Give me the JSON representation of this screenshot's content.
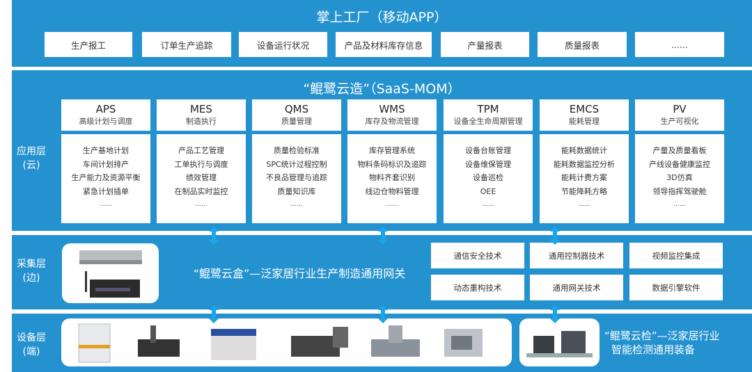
{
  "colors": {
    "band": "#2592d0",
    "arrow": "#19a6ec"
  },
  "app": {
    "title": "掌上工厂（移动APP）",
    "items": [
      "生产报工",
      "订单生产追踪",
      "设备运行状况",
      "产品及材料库存信息",
      "产量报表",
      "质量报表",
      "......"
    ]
  },
  "mom": {
    "title": "“鲲鹭云造”（SaaS-MOM）",
    "layer": [
      "应用层",
      "(云)"
    ],
    "modules": [
      {
        "name": "APS",
        "sub": "高级计划与调度",
        "items": [
          "生产基地计划",
          "车间计划排产",
          "生产能力及资源平衡",
          "紧急计划插单",
          "......"
        ]
      },
      {
        "name": "MES",
        "sub": "制造执行",
        "items": [
          "产品工艺管理",
          "工单执行与调度",
          "绩效管理",
          "在制品实时监控",
          "......"
        ]
      },
      {
        "name": "QMS",
        "sub": "质量管理",
        "items": [
          "质量检验标准",
          "SPC统计过程控制",
          "不良品管理与追踪",
          "质量知识库",
          "......"
        ]
      },
      {
        "name": "WMS",
        "sub": "库存及物流管理",
        "items": [
          "库存管理系统",
          "物料条码标识及追踪",
          "物料齐套识别",
          "线边仓物料管理",
          "......"
        ]
      },
      {
        "name": "TPM",
        "sub": "设备全生命周期管理",
        "items": [
          "设备台账管理",
          "设备维保管理",
          "设备巡检",
          "OEE",
          "......"
        ]
      },
      {
        "name": "EMCS",
        "sub": "能耗管理",
        "items": [
          "能耗数据统计",
          "能耗数据监控分析",
          "能耗计费方案",
          "节能降耗方略",
          "......"
        ]
      },
      {
        "name": "PV",
        "sub": "生产可视化",
        "items": [
          "产量及质量看板",
          "产线设备健康监控",
          "3D仿真",
          "领导指挥驾驶舱",
          "......"
        ]
      }
    ]
  },
  "edge": {
    "layer": [
      "采集层",
      "(边)"
    ],
    "title": "“鲲鹭云盒”—泛家居行业生产制造通用网关",
    "tech": [
      "通信安全技术",
      "通用控制器技术",
      "视频监控集成",
      "动态重构技术",
      "通用网关技术",
      "数据引擎软件"
    ]
  },
  "device": {
    "layer": [
      "设备层",
      "(端)"
    ],
    "title": [
      "“鲲鹭云检”—泛家居行业",
      "智能检测通用装备"
    ]
  }
}
